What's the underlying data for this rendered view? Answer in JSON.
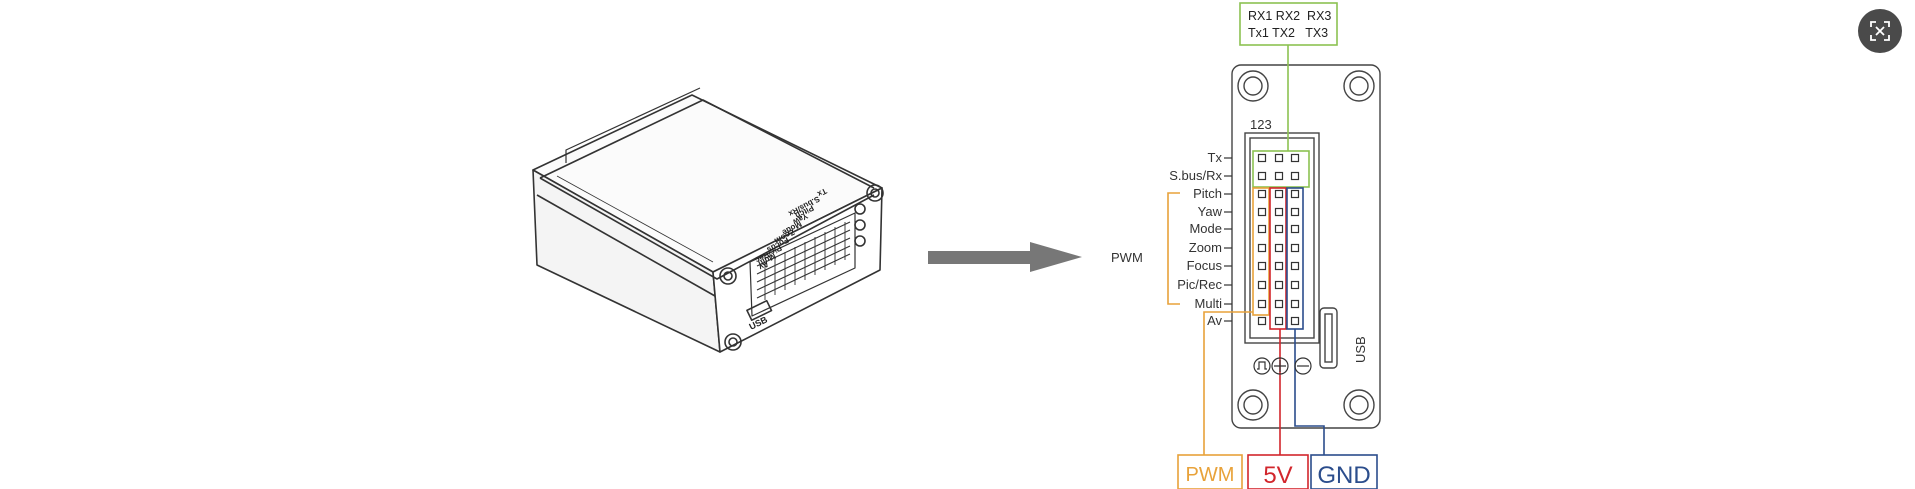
{
  "diagram": {
    "uart_box": {
      "line1": "RX1 RX2  RX3",
      "line2": "Tx1 TX2   TX3"
    },
    "column_numbers": "123",
    "pin_labels": [
      "Tx",
      "S.bus/Rx",
      "Pitch",
      "Yaw",
      "Mode",
      "Zoom",
      "Focus",
      "Pic/Rec",
      "Multi",
      "Av"
    ],
    "pwm_group_label": "PWM",
    "usb_label": "USB",
    "module_labels": [
      "Tx",
      "S.bus/Rx",
      "Pitch",
      "Yaw",
      "Mode",
      "Zoom",
      "Focus",
      "Pic/Rec",
      "Multi",
      "Av"
    ],
    "module_usb_label": "USB",
    "legend": [
      {
        "label": "PWM",
        "color": "#e8a23a"
      },
      {
        "label": "5V",
        "color": "#d2262c"
      },
      {
        "label": "GND",
        "color": "#2b4d8c"
      }
    ]
  },
  "colors": {
    "uart_green": "#8cc152",
    "pwm_orange": "#e8a23a",
    "v5_red": "#d2262c",
    "gnd_blue": "#2b4d8c",
    "arrow_gray": "#777777"
  },
  "controls": {
    "expand_icon": "expand-icon"
  }
}
